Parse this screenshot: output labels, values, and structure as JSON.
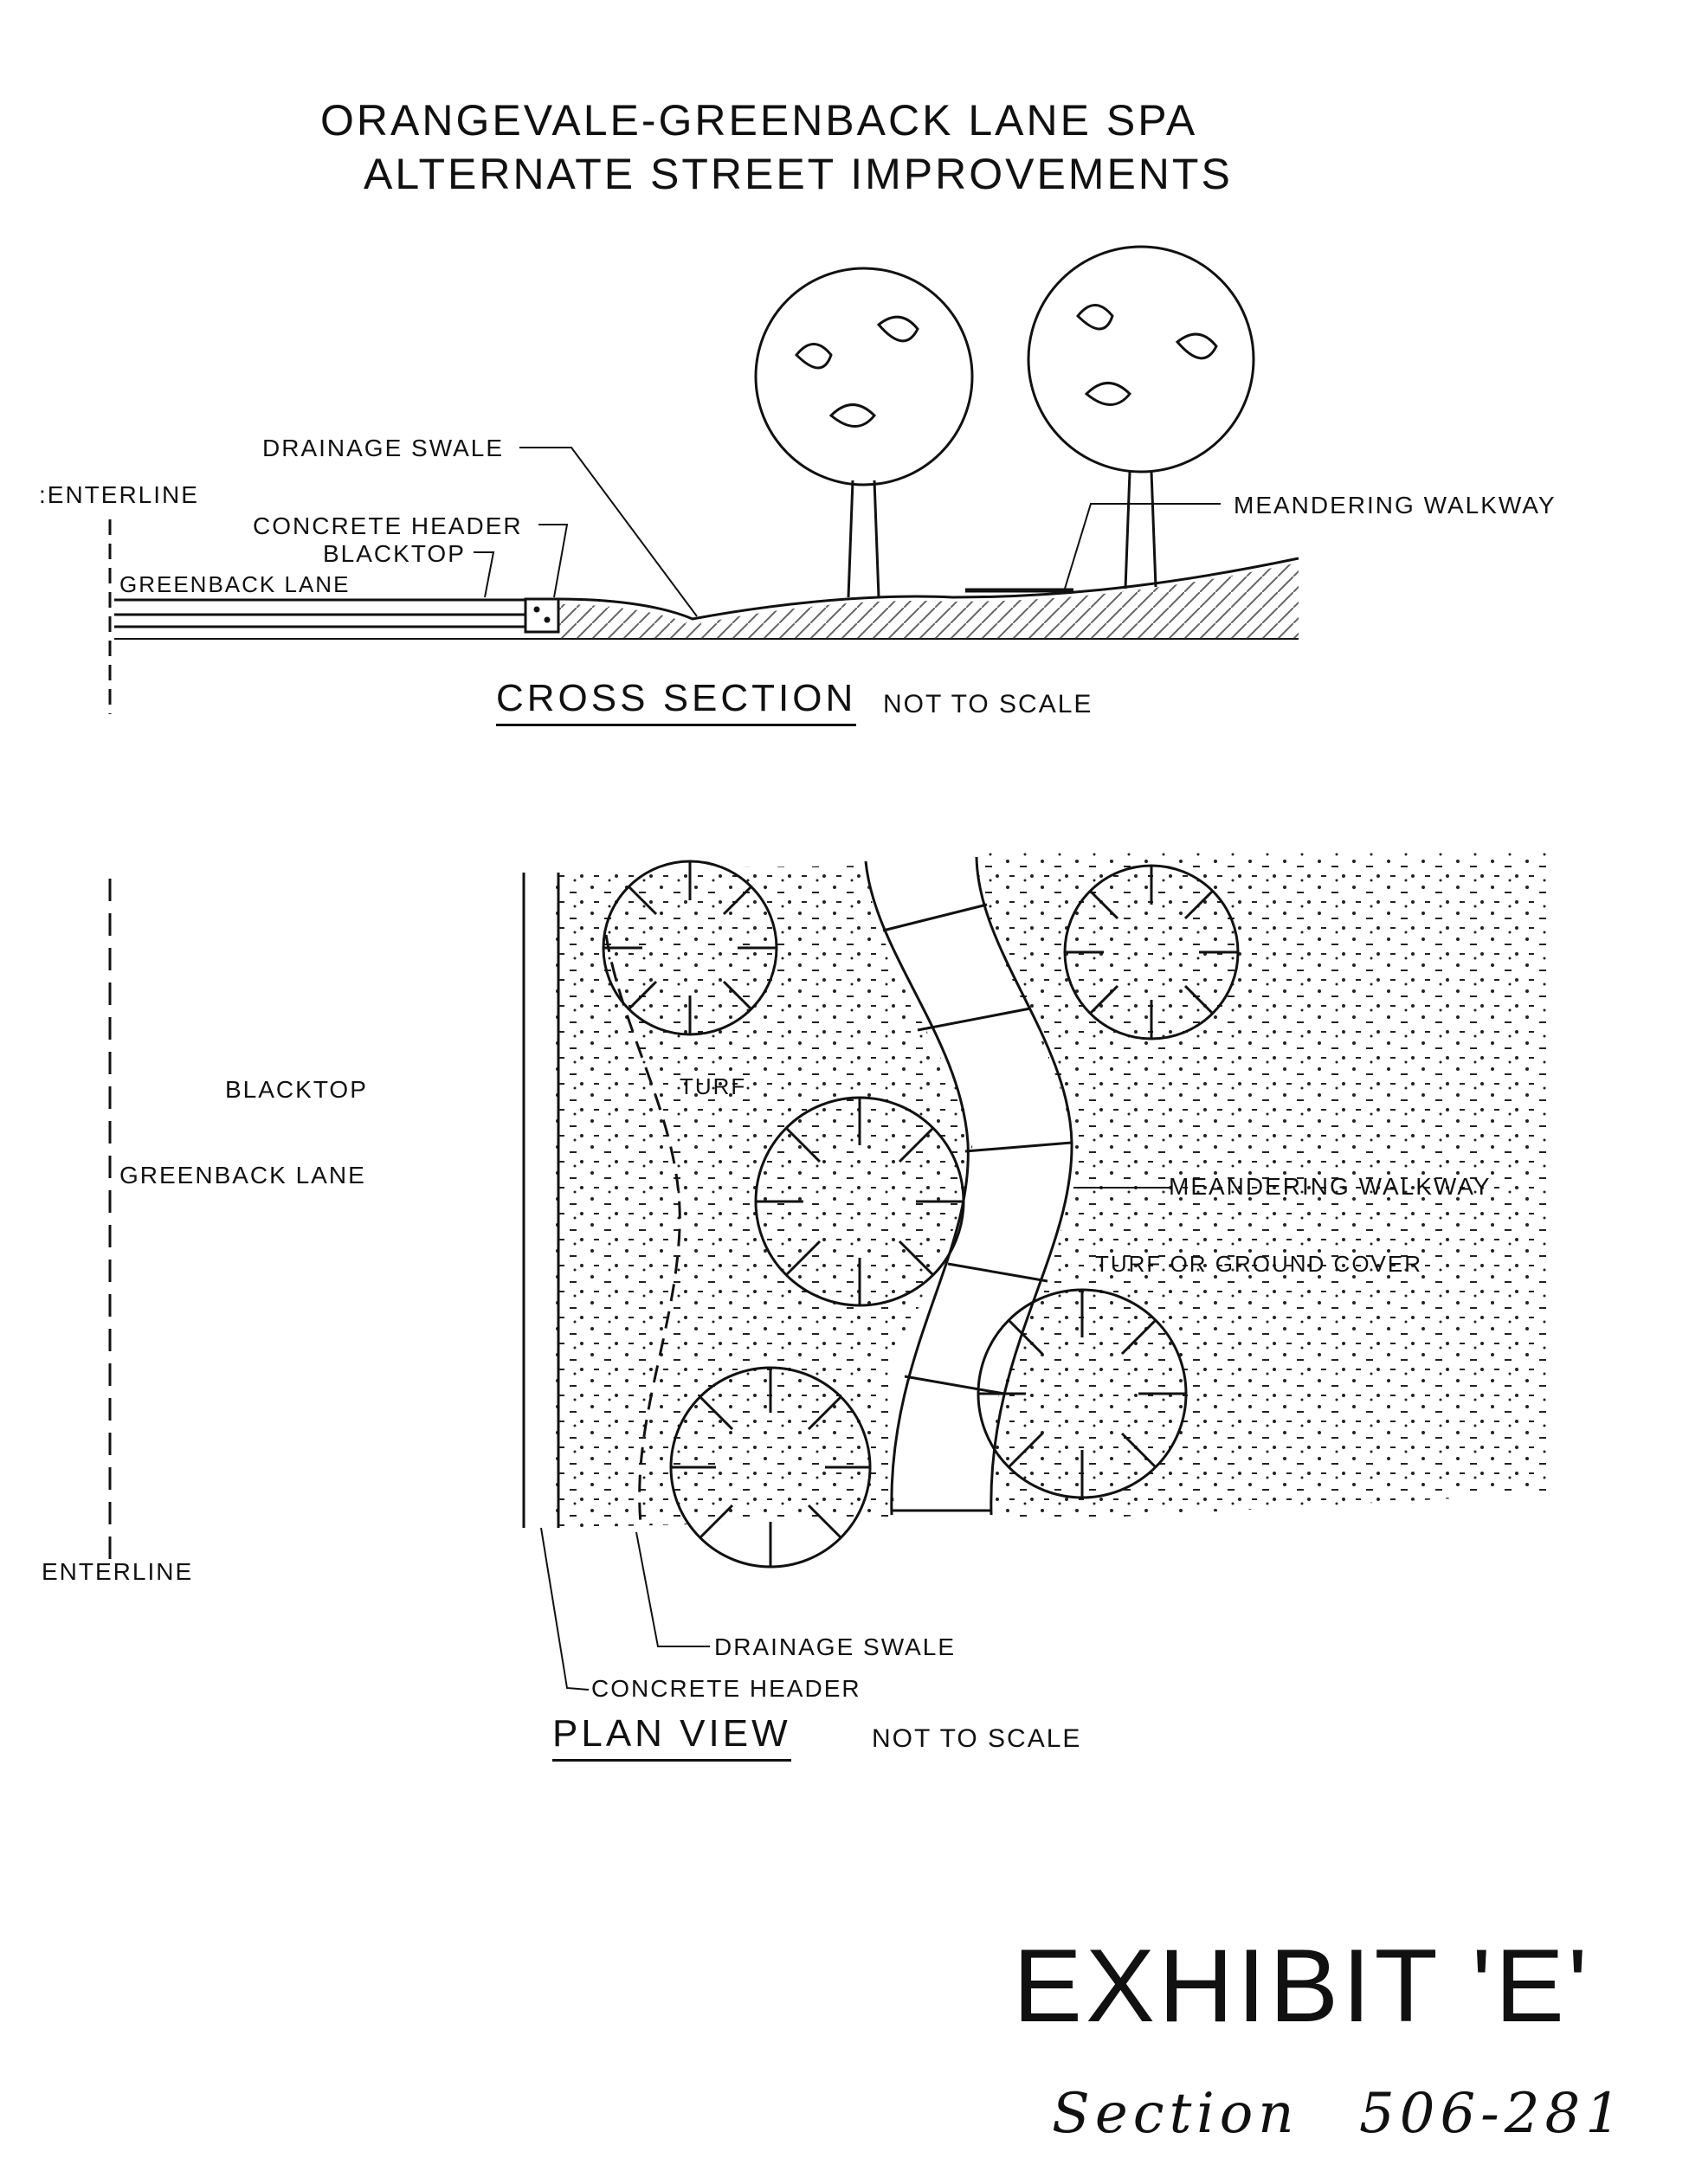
{
  "title": {
    "line1": "ORANGEVALE-GREENBACK LANE  SPA",
    "line2": "ALTERNATE STREET IMPROVEMENTS"
  },
  "cross_section": {
    "label_drainage_swale": "DRAINAGE SWALE",
    "label_centerline": ":ENTERLINE",
    "label_concrete_header": "CONCRETE HEADER",
    "label_blacktop": "BLACKTOP",
    "label_greenback_lane": "GREENBACK  LANE",
    "label_meandering_walkway": "MEANDERING WALKWAY",
    "heading": "CROSS  SECTION",
    "scale_note": "NOT TO SCALE"
  },
  "plan_view": {
    "label_blacktop": "BLACKTOP",
    "label_greenback_lane": "GREENBACK LANE",
    "label_turf": "TURF",
    "label_meandering_walkway": "MEANDERING WALKWAY",
    "label_turf_or_ground_cover": "TURF OR GROUND COVER",
    "label_centerline": "ENTERLINE",
    "label_drainage_swale": "DRAINAGE SWALE",
    "label_concrete_header": "CONCRETE HEADER",
    "heading": "PLAN   VIEW",
    "scale_note": "NOT TO SCALE"
  },
  "exhibit": {
    "title": "EXHIBIT 'E'",
    "handwritten_section": "Section",
    "handwritten_number": "506-281"
  }
}
